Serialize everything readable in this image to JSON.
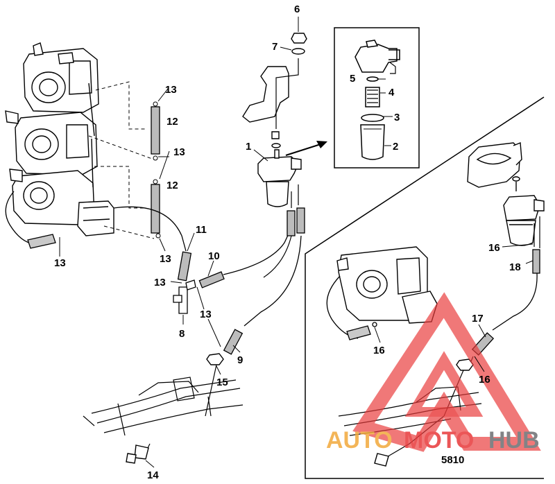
{
  "diagram": {
    "figure_code": "5810",
    "callouts": {
      "c1": "1",
      "c2": "2",
      "c3": "3",
      "c4": "4",
      "c5": "5",
      "c6": "6",
      "c7": "7",
      "c8": "8",
      "c9": "9",
      "c10": "10",
      "c11": "11",
      "c12a": "12",
      "c12b": "12",
      "c13a": "13",
      "c13b": "13",
      "c13c": "13",
      "c13d": "13",
      "c13e": "13",
      "c13f": "13",
      "c14": "14",
      "c15": "15",
      "c16a": "16",
      "c16b": "16",
      "c16c": "16",
      "c17": "17",
      "c18": "18"
    }
  },
  "watermark": {
    "auto": "AUTO",
    "moto": "MOTO",
    "hub": "HUB",
    "colors": {
      "red": "#e8393a",
      "orange": "#f2a93b",
      "gray": "#6d6e71"
    }
  }
}
